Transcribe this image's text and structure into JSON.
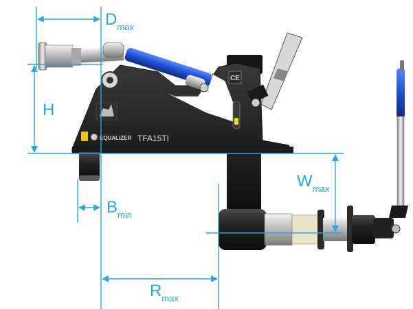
{
  "colors": {
    "dimension": "#2aa6dc",
    "tool_body": "#2b2b2b",
    "tool_dark": "#1a1a1a",
    "chrome": "#c9c9c9",
    "handle_blue": "#1e4fd0",
    "cap_blue": "#1f3f9a"
  },
  "dimensions": {
    "d": {
      "main": "D",
      "sub": "max"
    },
    "h": {
      "main": "H",
      "sub": ""
    },
    "b": {
      "main": "B",
      "sub": "min"
    },
    "w": {
      "main": "W",
      "sub": "max"
    },
    "r": {
      "main": "R",
      "sub": "max"
    }
  },
  "tool": {
    "brand": "EQUALIZER",
    "model": "TFA15TI",
    "ce_mark": "CE"
  }
}
